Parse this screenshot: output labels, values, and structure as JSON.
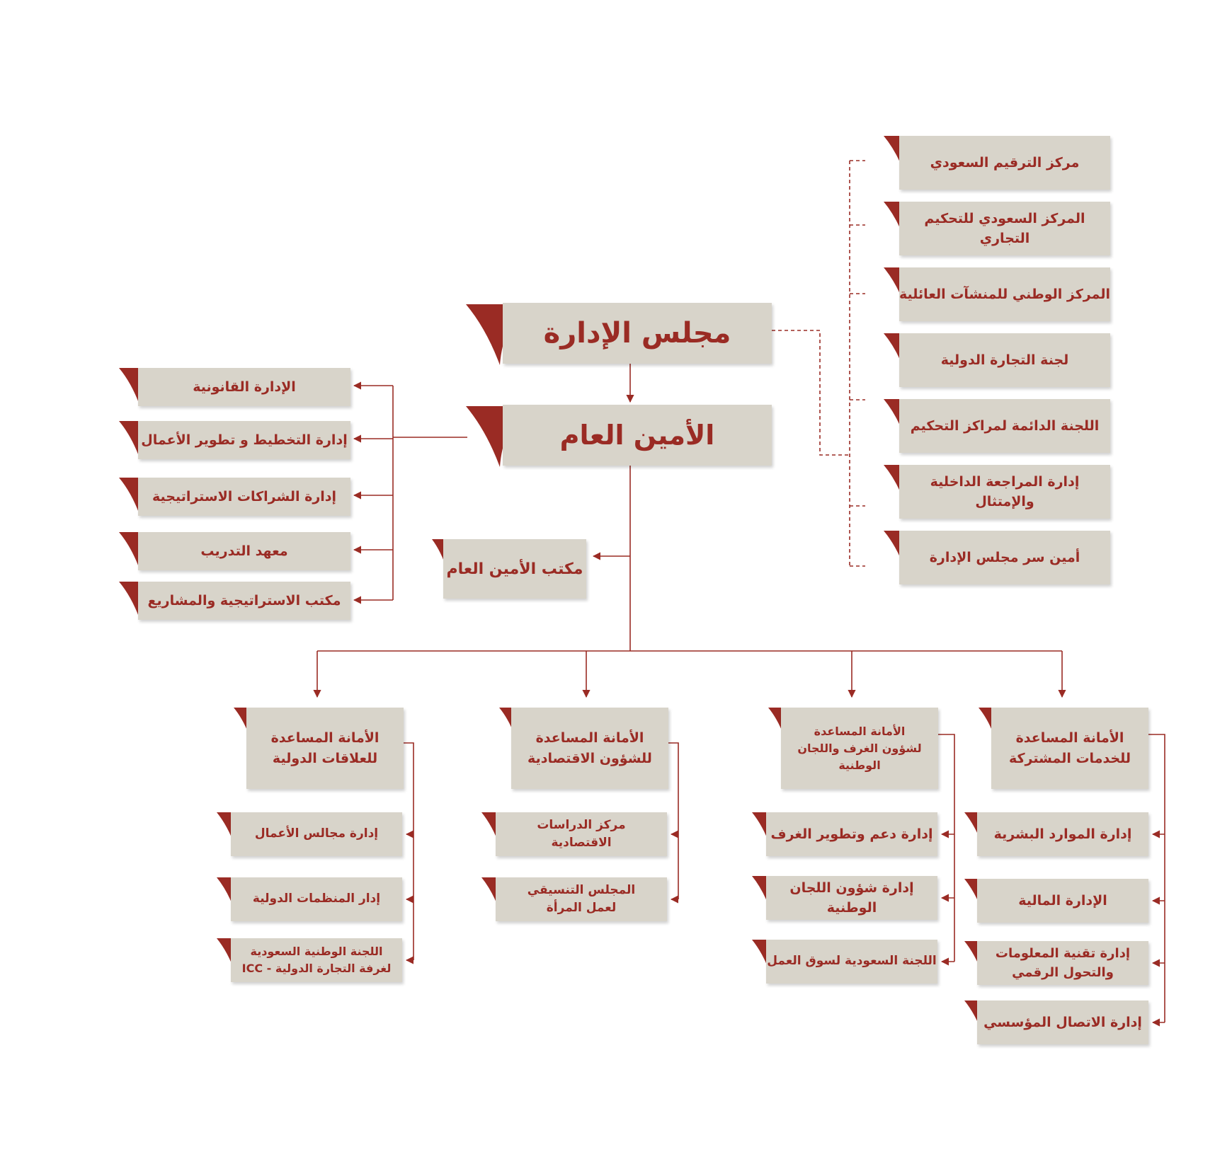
{
  "colors": {
    "accent": "#9a2b24",
    "box": "#d8d4ca",
    "line": "#9a2b24"
  },
  "board": "مجلس الإدارة",
  "secretary_general": "الأمين العام",
  "sg_office": "مكتب الأمين العام",
  "board_units": [
    "مركز الترقيم السعودي",
    "المركز السعودي للتحكيم التجاري",
    "المركز الوطني للمنشآت العائلية",
    "لجنة التجارة الدولية",
    "اللجنة الدائمة لمراكز التحكيم",
    "إدارة المراجعة الداخلية والإمتثال",
    "أمين سر مجلس الإدارة"
  ],
  "sg_departments": [
    "الإدارة القانونية",
    "إدارة التخطيط و تطوير الأعمال",
    "إدارة الشراكات الاستراتيجية",
    "معهد التدريب",
    "مكتب الاستراتيجية والمشاريع"
  ],
  "assistant_secretariats": [
    {
      "title_lines": [
        "الأمانة المساعدة",
        "للخدمات المشتركة"
      ],
      "children": [
        [
          "إدارة الموارد البشرية"
        ],
        [
          "الإدارة المالية"
        ],
        [
          "إدارة تقنية المعلومات",
          "والتحول الرقمي"
        ],
        [
          "إدارة الاتصال المؤسسي"
        ]
      ]
    },
    {
      "title_lines": [
        "الأمانة المساعدة",
        "لشؤون الغرف واللجان الوطنية"
      ],
      "children": [
        [
          "إدارة دعم  وتطوير الغرف"
        ],
        [
          "إدارة شؤون اللجان الوطنية"
        ],
        [
          "اللجنة السعودية لسوق العمل"
        ]
      ]
    },
    {
      "title_lines": [
        "الأمانة المساعدة",
        "للشؤون الاقتصادية"
      ],
      "children": [
        [
          "مركز الدراسات",
          "الاقتصادية"
        ],
        [
          "المجلس التنسيقي",
          "لعمل المرأة"
        ]
      ]
    },
    {
      "title_lines": [
        "الأمانة المساعدة",
        "للعلاقات الدولية"
      ],
      "children": [
        [
          "إدارة مجالس الأعمال"
        ],
        [
          "إدار المنظمات الدولية"
        ],
        [
          "اللجنة الوطنية السعودية",
          "لغرفة التجارة الدولية - ICC"
        ]
      ]
    }
  ]
}
